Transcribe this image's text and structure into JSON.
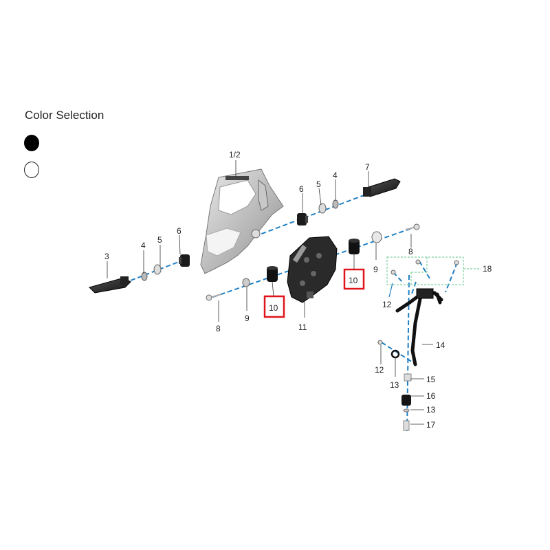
{
  "color_selection": {
    "title": "Color Selection",
    "options": [
      {
        "name": "black",
        "color": "#000000"
      },
      {
        "name": "white",
        "color": "#ffffff"
      }
    ]
  },
  "colors": {
    "leader_dash": "#1f7fc4",
    "highlight_box": "#e0141b",
    "subassembly_box": "#7fd0a0"
  },
  "callouts": {
    "bracket": "1/2",
    "footpeg_left": "3",
    "washer_4_left": "4",
    "washer_5_left": "5",
    "grommet_6_left": "6",
    "washer_4_right": "4",
    "washer_5_right": "5",
    "grommet_6_right": "6",
    "footpeg_right": "7",
    "bolt_8_left": "8",
    "bolt_8_right": "8",
    "washer_9_left": "9",
    "washer_9_right": "9",
    "damper_10_left": "10",
    "damper_10_right": "10",
    "bracket_11": "11",
    "screw_12_top": "12",
    "screw_12_bottom": "12",
    "ring_13_left": "13",
    "ring_13_right": "13",
    "pedal_14": "14",
    "bolt_15": "15",
    "bush_16": "16",
    "bolt_17": "17",
    "kit_18": "18"
  }
}
